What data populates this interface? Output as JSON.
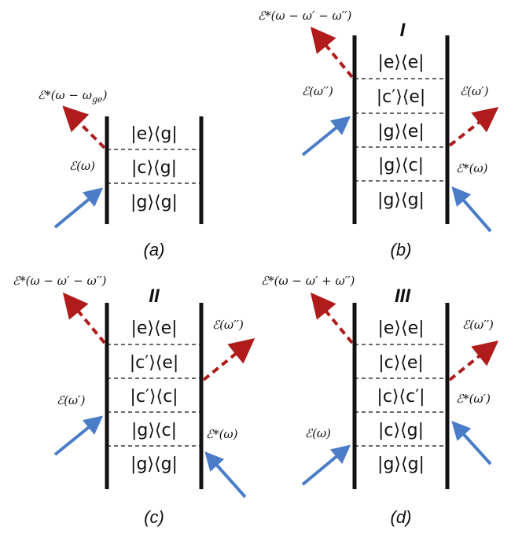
{
  "panels": [
    {
      "id": "a",
      "caption": "(a)",
      "roman": "",
      "states": [
        "|e⟩⟨g|",
        "|c⟩⟨g|",
        "|g⟩⟨g|"
      ],
      "fields": [
        "ℰ*(ω − ω",
        "ge",
        ")",
        "ℰ(ω)"
      ]
    },
    {
      "id": "b",
      "caption": "(b)",
      "roman": "I",
      "states": [
        "|e⟩⟨e|",
        "|c′⟩⟨e|",
        "|g⟩⟨e|",
        "|g⟩⟨c|",
        "|g⟩⟨g|"
      ],
      "fields": [
        "ℰ*(ω − ω′ − ω′′)",
        "ℰ(ω′′)",
        "ℰ(ω′)",
        "ℰ*(ω)"
      ]
    },
    {
      "id": "c",
      "caption": "(c)",
      "roman": "II",
      "states": [
        "|e⟩⟨e|",
        "|c′⟩⟨e|",
        "|c′⟩⟨c|",
        "|g⟩⟨c|",
        "|g⟩⟨g|"
      ],
      "fields": [
        "ℰ*(ω − ω′ − ω′′)",
        "ℰ(ω′′)",
        "ℰ(ω′)",
        "ℰ*(ω)"
      ]
    },
    {
      "id": "d",
      "caption": "(d)",
      "roman": "III",
      "states": [
        "|e⟩⟨e|",
        "|c⟩⟨e|",
        "|c⟩⟨c′|",
        "|c⟩⟨g|",
        "|g⟩⟨g|"
      ],
      "fields": [
        "ℰ*(ω − ω′ + ω′′)",
        "ℰ(ω′′)",
        "ℰ*(ω′)",
        "ℰ(ω)"
      ]
    }
  ],
  "colors": {
    "emission": "#b01c1c",
    "absorption": "#4a7cc7",
    "line": "#111111"
  }
}
